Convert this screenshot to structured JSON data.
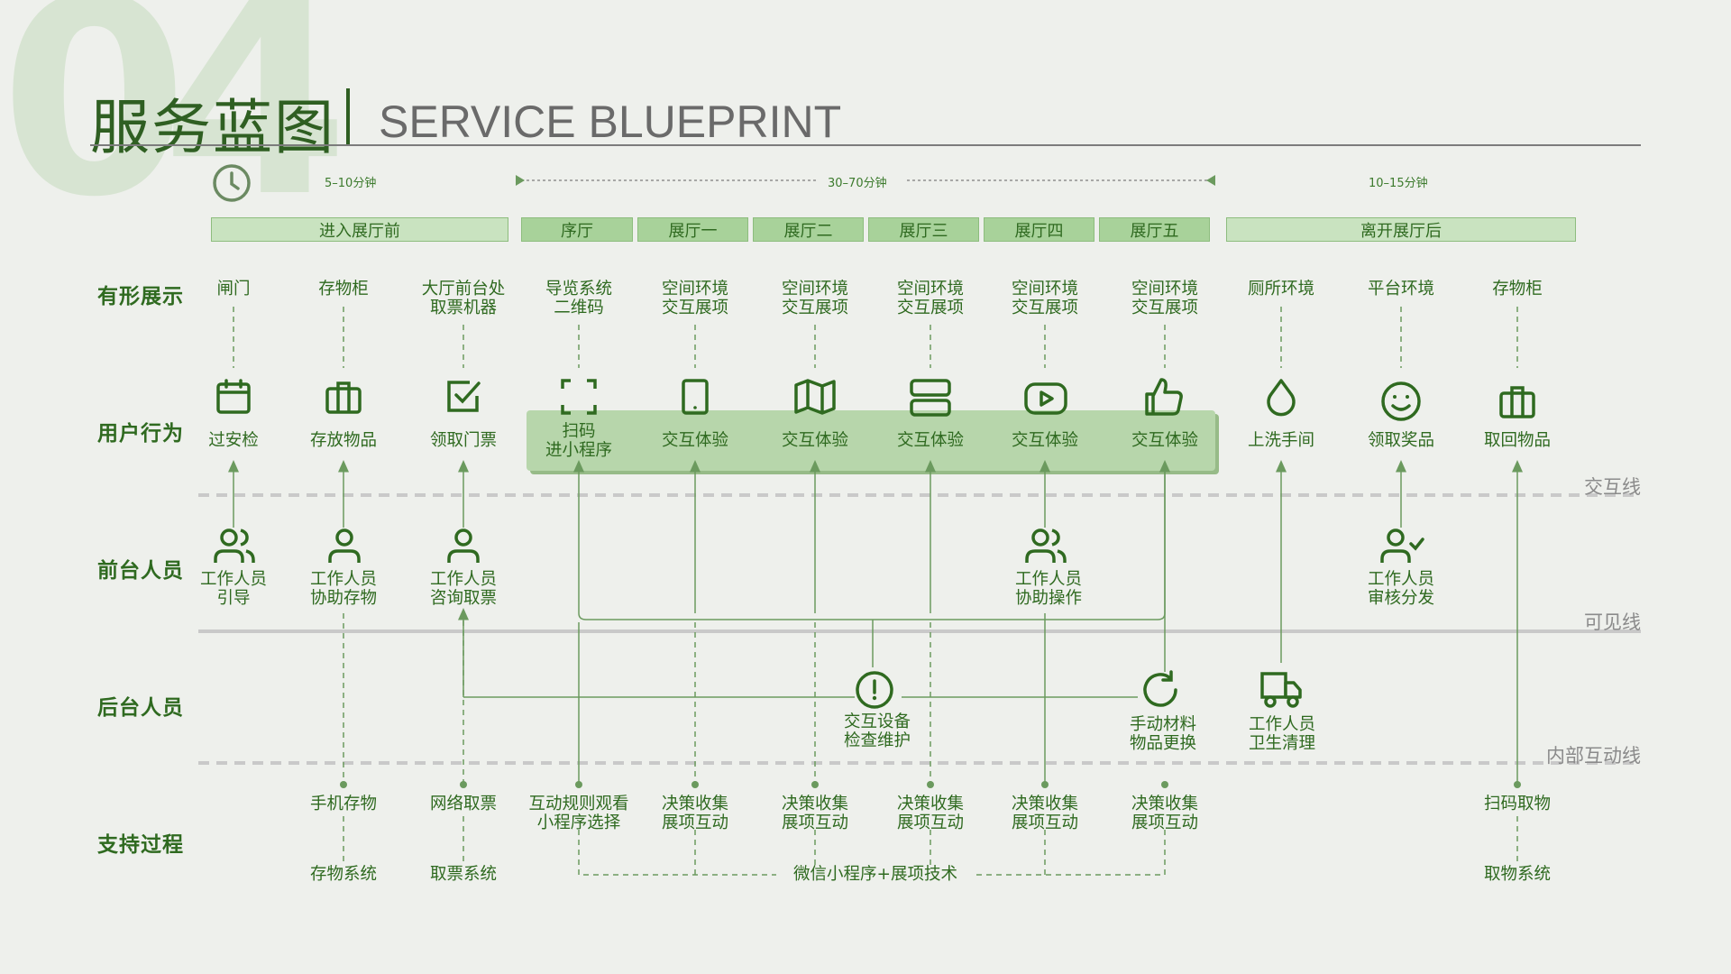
{
  "page_number": "04",
  "title_cn": "服务蓝图",
  "title_en": "SERVICE BLUEPRINT",
  "durations": {
    "before": "5–10分钟",
    "during": "30–70分钟",
    "after": "10–15分钟"
  },
  "stages": [
    "进入展厅前",
    "序厅",
    "展厅一",
    "展厅二",
    "展厅三",
    "展厅四",
    "展厅五",
    "离开展厅后"
  ],
  "row_labels": {
    "physical": "有形展示",
    "user": "用户行为",
    "front": "前台人员",
    "back": "后台人员",
    "support": "支持过程"
  },
  "line_labels": {
    "interaction": "交互线",
    "visibility": "可见线",
    "internal": "内部互动线"
  },
  "physical": [
    {
      "l1": "闸门",
      "l2": ""
    },
    {
      "l1": "存物柜",
      "l2": ""
    },
    {
      "l1": "大厅前台处",
      "l2": "取票机器"
    },
    {
      "l1": "导览系统",
      "l2": "二维码"
    },
    {
      "l1": "空间环境",
      "l2": "交互展项"
    },
    {
      "l1": "空间环境",
      "l2": "交互展项"
    },
    {
      "l1": "空间环境",
      "l2": "交互展项"
    },
    {
      "l1": "空间环境",
      "l2": "交互展项"
    },
    {
      "l1": "空间环境",
      "l2": "交互展项"
    },
    {
      "l1": "厕所环境",
      "l2": ""
    },
    {
      "l1": "平台环境",
      "l2": ""
    },
    {
      "l1": "存物柜",
      "l2": ""
    }
  ],
  "user_actions": [
    {
      "l1": "过安检",
      "l2": "",
      "icon": "calendar-icon"
    },
    {
      "l1": "存放物品",
      "l2": "",
      "icon": "briefcase-icon"
    },
    {
      "l1": "领取门票",
      "l2": "",
      "icon": "checkbox-icon"
    },
    {
      "l1": "扫码",
      "l2": "进小程序",
      "icon": "scan-icon"
    },
    {
      "l1": "交互体验",
      "l2": "",
      "icon": "tablet-icon"
    },
    {
      "l1": "交互体验",
      "l2": "",
      "icon": "map-icon"
    },
    {
      "l1": "交互体验",
      "l2": "",
      "icon": "server-icon"
    },
    {
      "l1": "交互体验",
      "l2": "",
      "icon": "play-icon"
    },
    {
      "l1": "交互体验",
      "l2": "",
      "icon": "thumbs-up-icon"
    },
    {
      "l1": "上洗手间",
      "l2": "",
      "icon": "droplet-icon"
    },
    {
      "l1": "领取奖品",
      "l2": "",
      "icon": "smile-icon"
    },
    {
      "l1": "取回物品",
      "l2": "",
      "icon": "briefcase-icon"
    }
  ],
  "front_staff": [
    {
      "l1": "工作人员",
      "l2": "引导",
      "icon": "users-icon"
    },
    {
      "l1": "工作人员",
      "l2": "协助存物",
      "icon": "user-icon"
    },
    {
      "l1": "工作人员",
      "l2": "咨询取票",
      "icon": "user-icon"
    },
    {
      "l1": "工作人员",
      "l2": "协助操作",
      "icon": "users-icon"
    },
    {
      "l1": "工作人员",
      "l2": "审核分发",
      "icon": "user-check-icon"
    }
  ],
  "back_staff": [
    {
      "l1": "交互设备",
      "l2": "检查维护",
      "icon": "alert-circle-icon"
    },
    {
      "l1": "手动材料",
      "l2": "物品更换",
      "icon": "refresh-icon"
    },
    {
      "l1": "工作人员",
      "l2": "卫生清理",
      "icon": "truck-icon"
    }
  ],
  "support_top": [
    {
      "l1": "手机存物",
      "l2": ""
    },
    {
      "l1": "网络取票",
      "l2": ""
    },
    {
      "l1": "互动规则观看",
      "l2": "小程序选择"
    },
    {
      "l1": "决策收集",
      "l2": "展项互动"
    },
    {
      "l1": "决策收集",
      "l2": "展项互动"
    },
    {
      "l1": "决策收集",
      "l2": "展项互动"
    },
    {
      "l1": "决策收集",
      "l2": "展项互动"
    },
    {
      "l1": "决策收集",
      "l2": "展项互动"
    },
    {
      "l1": "扫码取物",
      "l2": ""
    }
  ],
  "support_bottom": [
    "存物系统",
    "取票系统",
    "微信小程序+展项技术",
    "取物系统"
  ],
  "colors": {
    "primary": "#2f6a20",
    "stage_fill": "#c9e3c0",
    "hall_fill": "#a8d29a",
    "panel": "#b7d6ab",
    "background": "#eef0ec"
  }
}
